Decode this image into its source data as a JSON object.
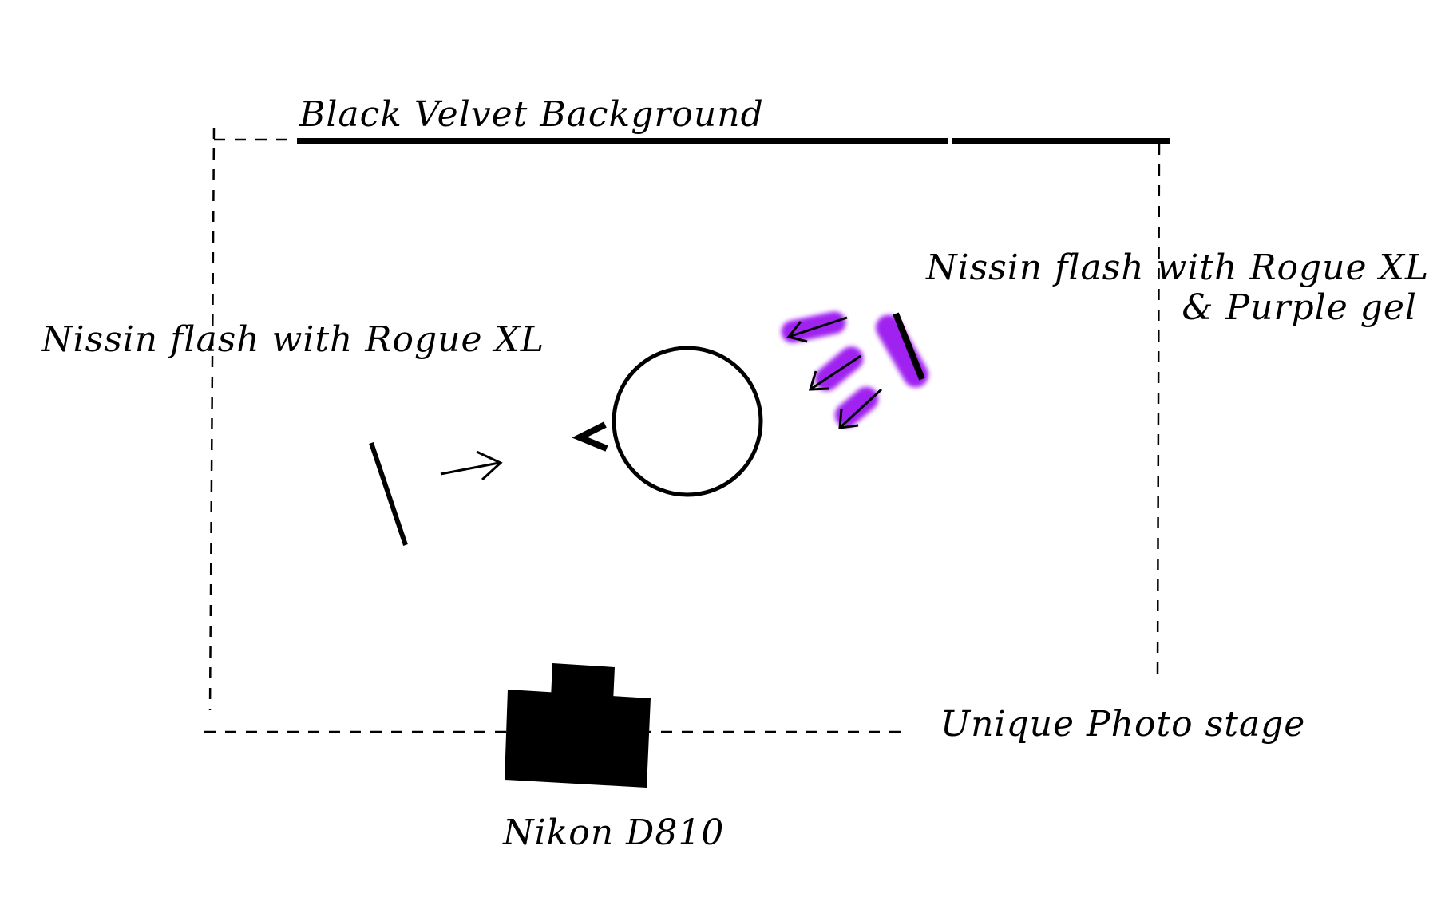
{
  "labels": {
    "background": "Black Velvet Background",
    "left_flash": "Nissin flash with Rogue XL",
    "right_flash_line1": "Nissin flash with Rogue XL",
    "right_flash_line2": "& Purple gel",
    "stage": "Unique Photo stage",
    "camera": "Nikon D810"
  },
  "colors": {
    "ink": "#000000",
    "gel": "#a020f0",
    "background": "#ffffff"
  }
}
